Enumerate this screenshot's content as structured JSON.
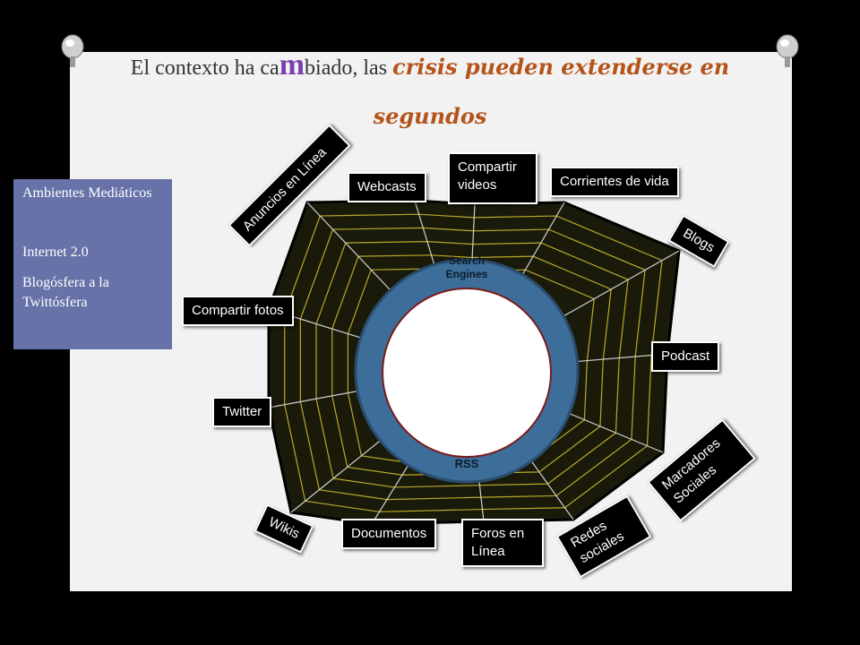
{
  "title": {
    "part1": "El contexto ha ca",
    "big_letter": "m",
    "part2": "biado, las ",
    "highlight": "crisis pueden extenderse en segundos"
  },
  "sidebar": {
    "line1": "Ambientes Mediáticos",
    "line2": "Internet 2.0",
    "line3": "Blogósfera a la Twittósfera"
  },
  "center": {
    "top_label": "Search Engines",
    "bottom_label": "RSS"
  },
  "nodes": {
    "anuncios": "Anuncios en Línea",
    "webcasts": "Webcasts",
    "compartir_videos": "Compartir videos",
    "corrientes": "Corrientes de vida",
    "blogs": "Blogs",
    "compartir_fotos": "Compartir fotos",
    "podcast": "Podcast",
    "twitter": "Twitter",
    "marcadores": "Marcadores Sociales",
    "wikis": "Wikis",
    "documentos": "Documentos",
    "foros": "Foros en Línea",
    "redes": "Redes sociales"
  },
  "colors": {
    "slide_bg": "#f2f2f2",
    "sidebar_bg": "#6672a8",
    "ring": "#3d6e99",
    "web_fill": "#1a1a0a",
    "web_lines": "#b8a82a",
    "title_highlight": "#b5541a",
    "big_letter": "#7b3fb0"
  }
}
